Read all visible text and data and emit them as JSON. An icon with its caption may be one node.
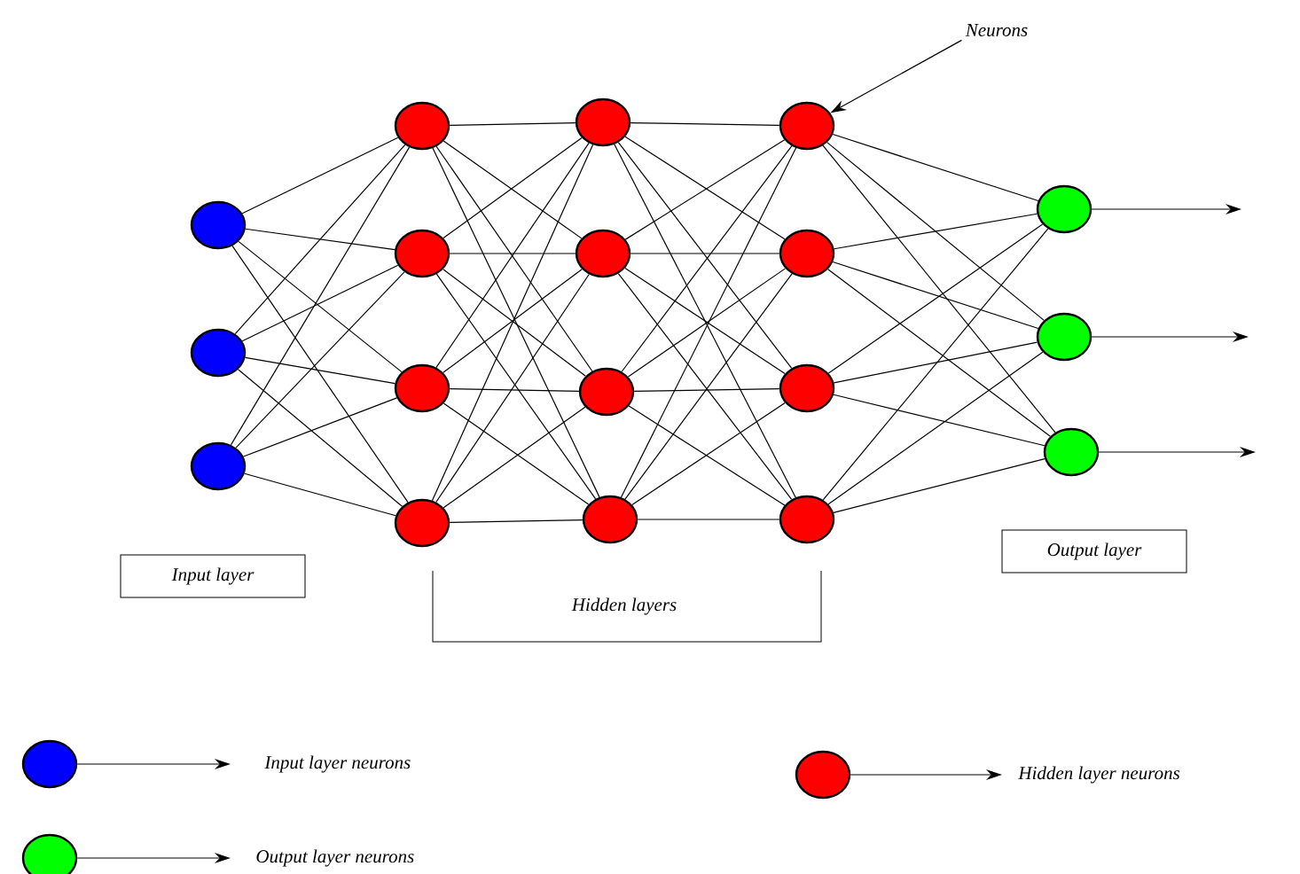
{
  "diagram": {
    "nodes": [
      {
        "text": [],
        "shape": "circle"
      },
      {
        "text": [],
        "shape": "circle"
      },
      {
        "text": [],
        "shape": "circle"
      },
      {
        "text": [],
        "shape": "circle"
      },
      {
        "text": [],
        "shape": "circle"
      },
      {
        "text": [],
        "shape": "circle"
      },
      {
        "text": [],
        "shape": "circle"
      },
      {
        "text": [],
        "shape": "circle"
      },
      {
        "text": [],
        "shape": "circle"
      },
      {
        "text": [],
        "shape": "circle"
      },
      {
        "text": [],
        "shape": "circle"
      },
      {
        "text": [],
        "shape": "circle"
      },
      {
        "text": [],
        "shape": "circle"
      },
      {
        "text": [],
        "shape": "circle"
      },
      {
        "text": [],
        "shape": "circle"
      },
      {
        "text": [],
        "shape": "circle"
      },
      {
        "text": [],
        "shape": "circle"
      },
      {
        "text": [],
        "shape": "circle"
      },
      {
        "text": [
          "Neurons"
        ]
      },
      {
        "text": [
          "Input layer"
        ]
      },
      {
        "text": [
          "Output layer"
        ]
      }
    ],
    "edges": [
      {
        "from": 0,
        "to": 3,
        "arrow": "none"
      },
      {
        "from": 0,
        "to": 4,
        "arrow": "none"
      },
      {
        "from": 0,
        "to": 5,
        "arrow": "none"
      },
      {
        "from": 0,
        "to": 6,
        "arrow": "none"
      },
      {
        "from": 1,
        "to": 3,
        "arrow": "none"
      },
      {
        "from": 1,
        "to": 4,
        "arrow": "none"
      },
      {
        "from": 1,
        "to": 5,
        "arrow": "none"
      },
      {
        "from": 1,
        "to": 6,
        "arrow": "none"
      },
      {
        "from": 2,
        "to": 3,
        "arrow": "none"
      },
      {
        "from": 2,
        "to": 4,
        "arrow": "none"
      },
      {
        "from": 2,
        "to": 5,
        "arrow": "none"
      },
      {
        "from": 2,
        "to": 6,
        "arrow": "none"
      },
      {
        "from": 3,
        "to": 7,
        "arrow": "none"
      },
      {
        "from": 3,
        "to": 8,
        "arrow": "none"
      },
      {
        "from": 3,
        "to": 9,
        "arrow": "none"
      },
      {
        "from": 3,
        "to": 10,
        "arrow": "none"
      },
      {
        "from": 4,
        "to": 7,
        "arrow": "none"
      },
      {
        "from": 4,
        "to": 8,
        "arrow": "none"
      },
      {
        "from": 4,
        "to": 9,
        "arrow": "none"
      },
      {
        "from": 4,
        "to": 10,
        "arrow": "none"
      },
      {
        "from": 5,
        "to": 7,
        "arrow": "none"
      },
      {
        "from": 5,
        "to": 8,
        "arrow": "none"
      },
      {
        "from": 5,
        "to": 9,
        "arrow": "none"
      },
      {
        "from": 5,
        "to": 10,
        "arrow": "none"
      },
      {
        "from": 6,
        "to": 7,
        "arrow": "none"
      },
      {
        "from": 6,
        "to": 8,
        "arrow": "none"
      },
      {
        "from": 6,
        "to": 9,
        "arrow": "none"
      },
      {
        "from": 6,
        "to": 10,
        "arrow": "none"
      },
      {
        "from": 7,
        "to": 11,
        "arrow": "none"
      },
      {
        "from": 7,
        "to": 12,
        "arrow": "none"
      },
      {
        "from": 7,
        "to": 13,
        "arrow": "none"
      },
      {
        "from": 7,
        "to": 14,
        "arrow": "none"
      },
      {
        "from": 8,
        "to": 11,
        "arrow": "none"
      },
      {
        "from": 8,
        "to": 12,
        "arrow": "none"
      },
      {
        "from": 8,
        "to": 13,
        "arrow": "none"
      },
      {
        "from": 8,
        "to": 14,
        "arrow": "none"
      },
      {
        "from": 9,
        "to": 11,
        "arrow": "none"
      },
      {
        "from": 9,
        "to": 12,
        "arrow": "none"
      },
      {
        "from": 9,
        "to": 13,
        "arrow": "none"
      },
      {
        "from": 9,
        "to": 14,
        "arrow": "none"
      },
      {
        "from": 10,
        "to": 11,
        "arrow": "none"
      },
      {
        "from": 10,
        "to": 12,
        "arrow": "none"
      },
      {
        "from": 10,
        "to": 13,
        "arrow": "none"
      },
      {
        "from": 10,
        "to": 14,
        "arrow": "none"
      },
      {
        "from": 11,
        "to": 15,
        "arrow": "none"
      },
      {
        "from": 11,
        "to": 16,
        "arrow": "none"
      },
      {
        "from": 11,
        "to": 17,
        "arrow": "none"
      },
      {
        "from": 12,
        "to": 15,
        "arrow": "none"
      },
      {
        "from": 12,
        "to": 16,
        "arrow": "none"
      },
      {
        "from": 12,
        "to": 17,
        "arrow": "none"
      },
      {
        "from": 13,
        "to": 15,
        "arrow": "none"
      },
      {
        "from": 13,
        "to": 16,
        "arrow": "none"
      },
      {
        "from": 13,
        "to": 17,
        "arrow": "none"
      },
      {
        "from": 14,
        "to": 15,
        "arrow": "none"
      },
      {
        "from": 14,
        "to": 16,
        "arrow": "none"
      },
      {
        "from": 14,
        "to": 17,
        "arrow": "none"
      },
      {
        "from": 15,
        "to": null,
        "arrow": "to"
      },
      {
        "from": 16,
        "to": null,
        "arrow": "to"
      },
      {
        "from": 17,
        "to": null,
        "arrow": "to"
      },
      {
        "from": 18,
        "to": 11,
        "arrow": "to"
      }
    ],
    "labels": [
      "Hidden layers"
    ],
    "legend": [
      {
        "text": "Input layer neurons",
        "color": "#0000ff"
      },
      {
        "text": "Hidden layer neurons",
        "color": "#ff0000"
      },
      {
        "text": "Output layer neurons",
        "color": "#00ff00"
      }
    ]
  }
}
